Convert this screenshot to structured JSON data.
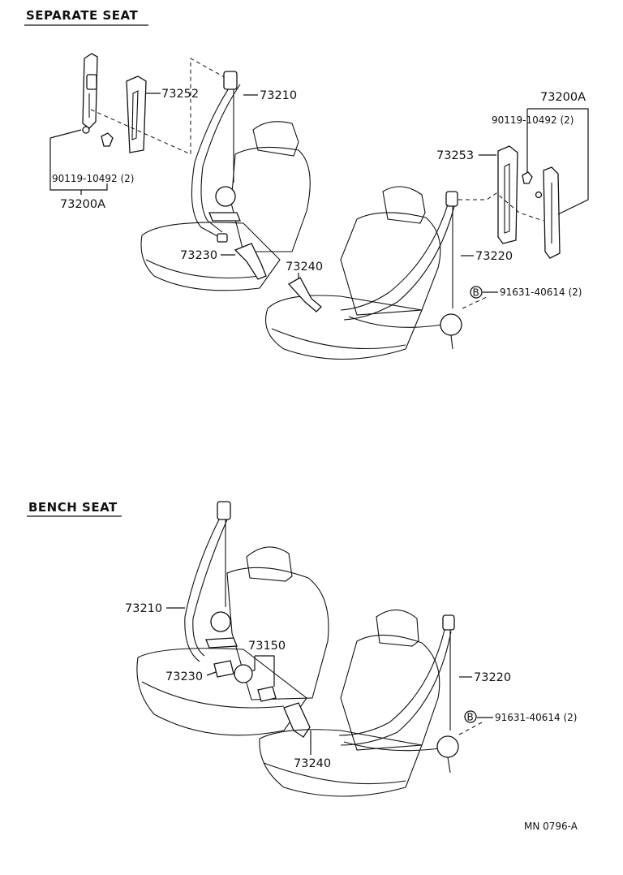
{
  "sections": {
    "separate_title": "SEPARATE SEAT",
    "bench_title": "BENCH SEAT"
  },
  "separate": {
    "p73252": "73252",
    "p73210": "73210",
    "p73200a_left": "73200A",
    "p90119_left": "90119-10492 (2)",
    "p73230": "73230",
    "p73240": "73240",
    "p73200a_right": "73200A",
    "p90119_right": "90119-10492 (2)",
    "p73253": "73253",
    "p73220": "73220",
    "bolt_b": "B",
    "p91631": "91631-40614 (2)"
  },
  "bench": {
    "p73210": "73210",
    "p73150": "73150",
    "p73230": "73230",
    "p73240": "73240",
    "p73220": "73220",
    "bolt_b": "B",
    "p91631": "91631-40614 (2)"
  },
  "footer": {
    "code": "MN  0796-A"
  }
}
